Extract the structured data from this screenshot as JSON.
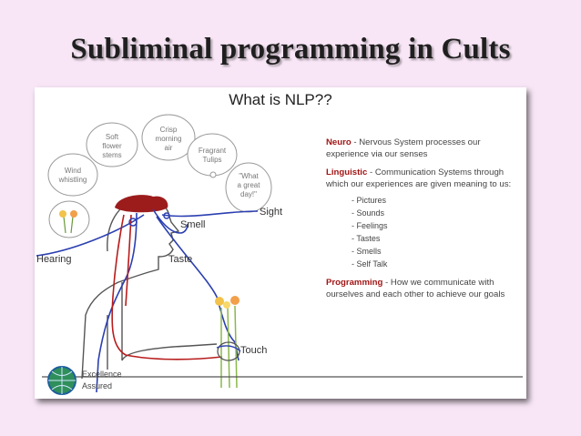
{
  "slide": {
    "title": "Subliminal programming in Cults"
  },
  "diagram": {
    "heading": "What is NLP??",
    "bubbles": [
      "Wind whistling",
      "Soft flower stems",
      "Crisp morning air",
      "Fragrant Tulips",
      "\"What a great day!\""
    ],
    "senses": {
      "sight": "Sight",
      "smell": "Smell",
      "hearing": "Hearing",
      "taste": "Taste",
      "touch": "Touch"
    },
    "logo": {
      "line1": "Excellence",
      "line2": "Assured"
    },
    "neuro": {
      "term": "Neuro",
      "desc": " - Nervous System processes our experience via our senses"
    },
    "linguistic": {
      "term": "Linguistic",
      "desc": " - Communication Systems through which our experiences are given meaning to us:",
      "items": [
        "- Pictures",
        "- Sounds",
        "- Feelings",
        "- Tastes",
        "- Smells",
        "- Self Talk"
      ]
    },
    "programming": {
      "term": "Programming",
      "desc": " - How we communicate with ourselves and each other to achieve our goals"
    },
    "colors": {
      "nerve_blue": "#2b3fb0",
      "nerve_red": "#b81c1c",
      "brain": "#9c1c1c",
      "flower": "#f2c24a"
    }
  }
}
